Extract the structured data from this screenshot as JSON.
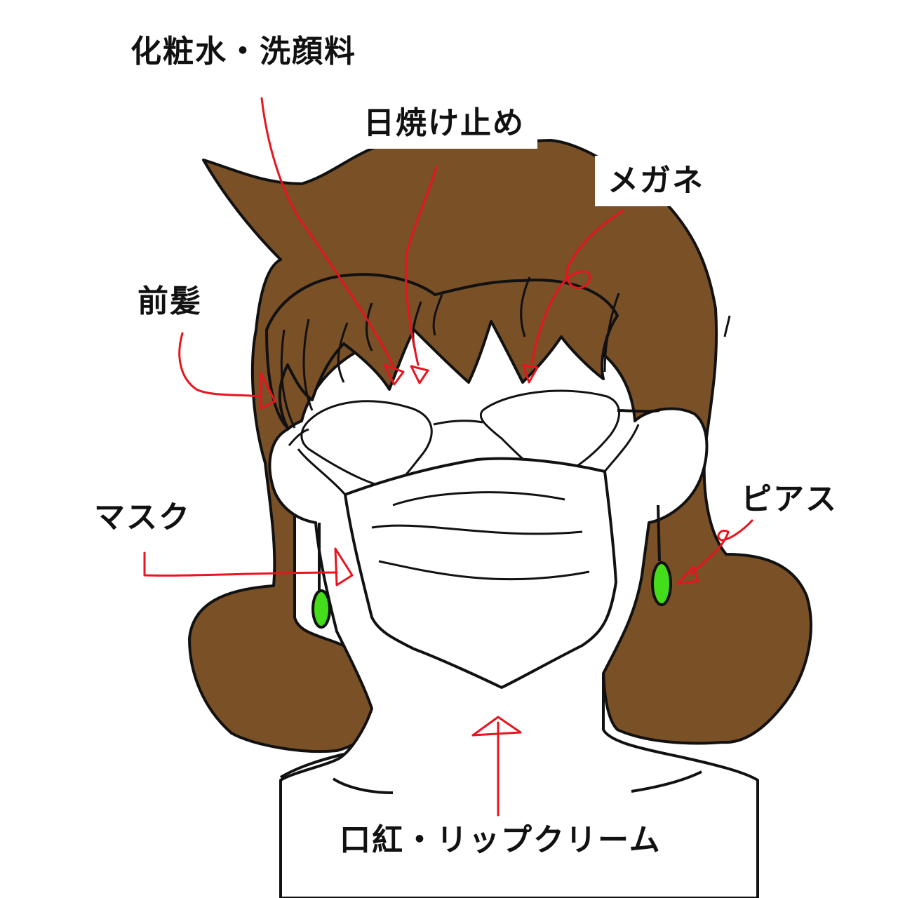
{
  "labels": {
    "toner_face_wash": "化粧水・洗顔料",
    "sunscreen": "日焼け止め",
    "glasses": "メガネ",
    "bangs": "前髪",
    "mask": "マスク",
    "piercing": "ピアス",
    "lipstick_lip_balm": "口紅・リップクリーム"
  },
  "colors": {
    "hair": "#7A5027",
    "skin": "#FFFFFF",
    "outline": "#111111",
    "arrow": "#E8141E",
    "earring": "#44DD1B"
  }
}
